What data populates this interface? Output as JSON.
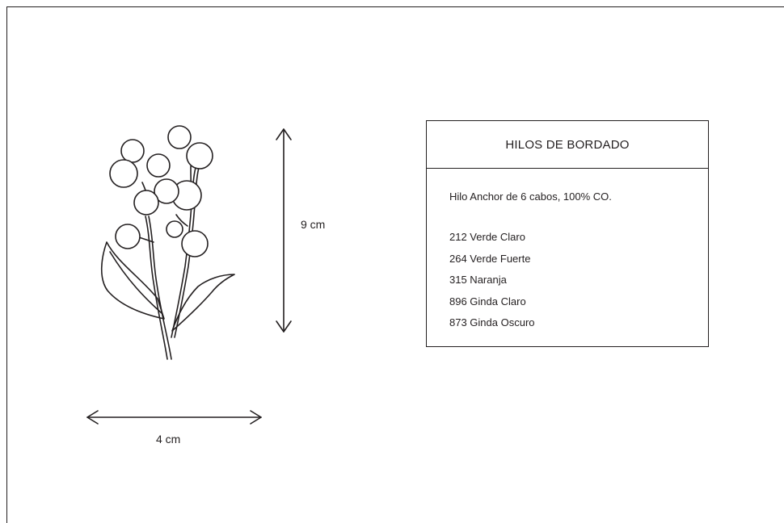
{
  "dimensions": {
    "height_label": "9 cm",
    "width_label": "4 cm"
  },
  "thread_panel": {
    "title": "HILOS DE BORDADO",
    "description": "Hilo Anchor de 6 cabos, 100% CO.",
    "colors": [
      "212 Verde Claro",
      "264 Verde Fuerte",
      "315 Naranja",
      "896 Ginda Claro",
      "873 Ginda Oscuro"
    ]
  }
}
